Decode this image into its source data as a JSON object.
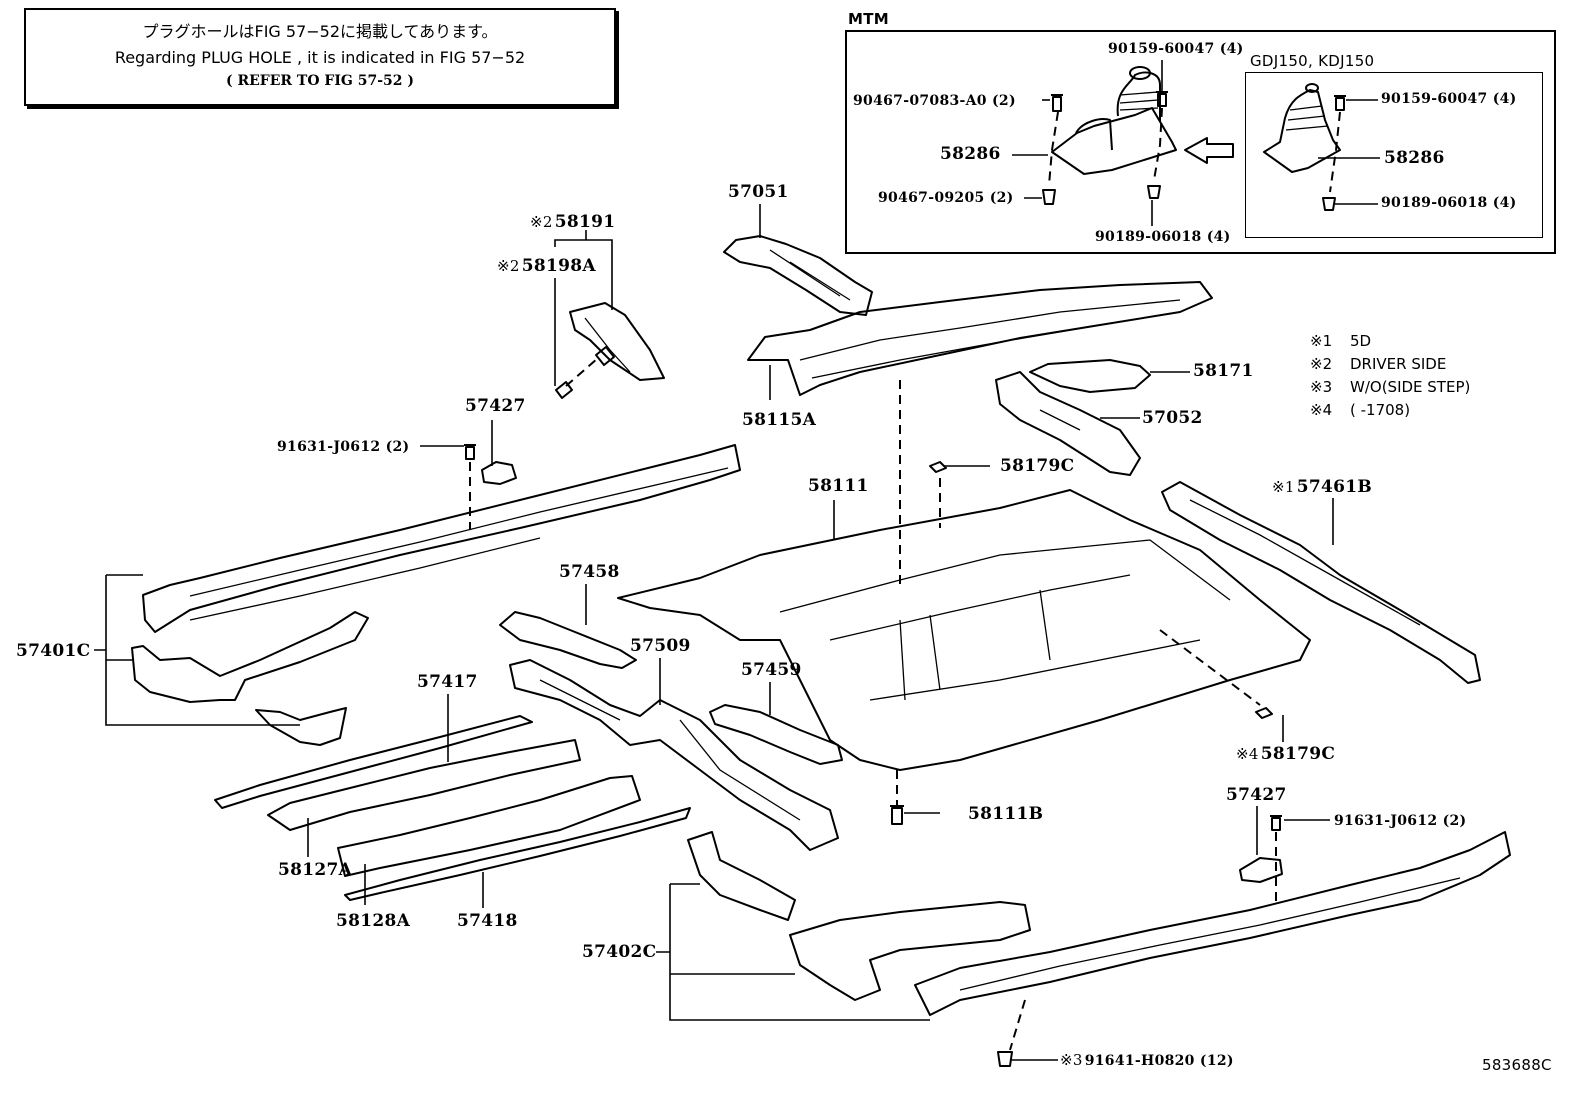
{
  "note": {
    "line_jp": "プラグホールはFIG 57−52に掲載してあります。",
    "line_en": "Regarding PLUG HOLE , it is indicated in FIG 57−52",
    "line_ref": "( REFER TO FIG 57-52 )"
  },
  "inset": {
    "title": "MTM",
    "sub_title": "GDJ150, KDJ150",
    "labels": {
      "clip_a": "90467-07083-A0 (2)",
      "boot_main": "58286",
      "clip_b": "90467-09205 (2)",
      "bolt_top": "90159-60047 (4)",
      "nut_bottom": "90189-06018 (4)",
      "sub_bolt": "90159-60047 (4)",
      "sub_boot": "58286",
      "sub_nut": "90189-06018 (4)"
    }
  },
  "legend": [
    {
      "key": "※1",
      "text": "5D"
    },
    {
      "key": "※2",
      "text": "DRIVER SIDE"
    },
    {
      "key": "※3",
      "text": "W/O(SIDE STEP)"
    },
    {
      "key": "※4",
      "text": "(        -1708)"
    }
  ],
  "parts": {
    "p57051": "57051",
    "p58191": "58191",
    "p58191_mark": "※2",
    "p58198A": "58198A",
    "p58198A_mark": "※2",
    "p58115A": "58115A",
    "p58171": "58171",
    "p57052": "57052",
    "p58179C_top": "58179C",
    "p57427_left": "57427",
    "bolt_left": "91631-J0612 (2)",
    "p58111": "58111",
    "p57461B": "57461B",
    "p57461B_mark": "※1",
    "p57458": "57458",
    "p57401C": "57401C",
    "p57509": "57509",
    "p57459": "57459",
    "p57417": "57417",
    "p58179C_bottom": "58179C",
    "p58179C_bottom_mark": "※4",
    "p58127A": "58127A",
    "p58111B": "58111B",
    "p57427_right": "57427",
    "bolt_right": "91631-J0612 (2)",
    "p58128A": "58128A",
    "p57418": "57418",
    "p57402C": "57402C",
    "nut_bottom": "91641-H0820 (12)",
    "nut_bottom_mark": "※3"
  },
  "figure_id": "583688C"
}
